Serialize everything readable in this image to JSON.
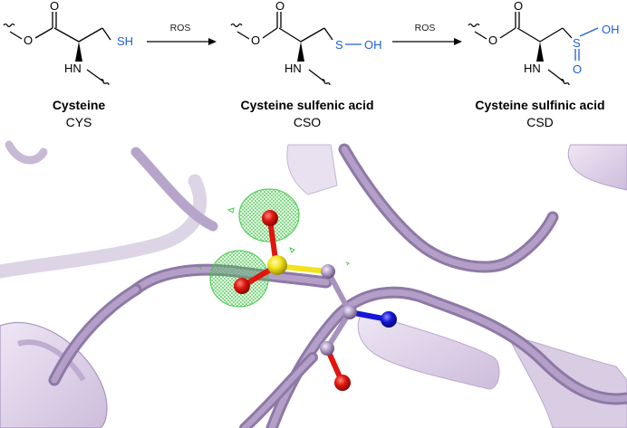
{
  "scheme": {
    "compounds": [
      {
        "name": "Cysteine",
        "code": "CYS",
        "carbonyl_o": "O",
        "amine": "HN",
        "sulfur_group": "SH",
        "hetero_color": "#1f5fd6"
      },
      {
        "name": "Cysteine sulfenic acid",
        "code": "CSO",
        "carbonyl_o": "O",
        "amine": "HN",
        "sulfur": "S",
        "hydroxyl": "OH",
        "hetero_color": "#1f5fd6"
      },
      {
        "name": "Cysteine sulfinic acid",
        "code": "CSD",
        "carbonyl_o": "O",
        "amine": "HN",
        "sulfur": "S",
        "hydroxyl": "OH",
        "oxo": "O",
        "hetero_color": "#1f5fd6"
      }
    ],
    "arrows": [
      {
        "label": "ROS"
      },
      {
        "label": "ROS"
      }
    ]
  },
  "structure_view": {
    "ribbon_color": "#a893bf",
    "density_mesh_color": "#47c94c",
    "atom_colors": {
      "carbon": "#a893bf",
      "sulfur": "#f2e21c",
      "oxygen": "#e0160e",
      "nitrogen": "#1616d9"
    }
  }
}
